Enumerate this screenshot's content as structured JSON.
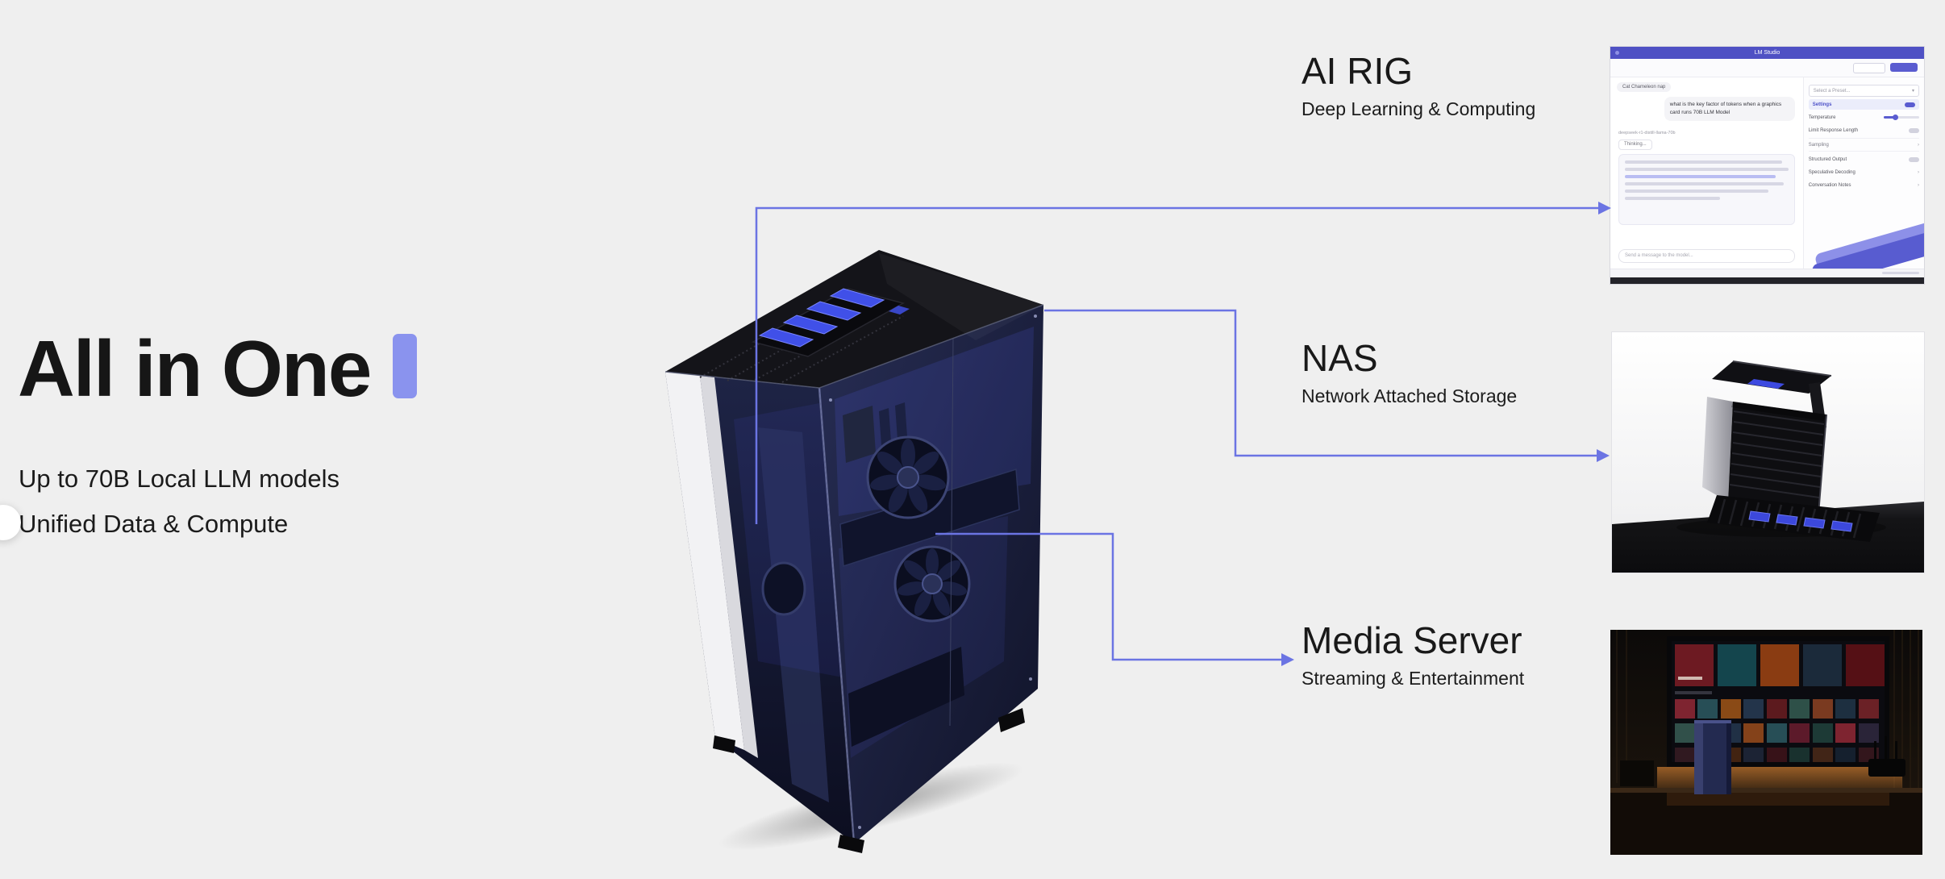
{
  "page": {
    "background_color": "#efefef",
    "accent_color": "#8a93ee",
    "connector_color": "#6b74e3",
    "heading_color": "#161616"
  },
  "hero": {
    "title": "All in One",
    "subtitle_line1": "Up to 70B Local LLM models",
    "subtitle_line2": "Unified Data & Compute"
  },
  "callouts": [
    {
      "title": "AI RIG",
      "subtitle": "Deep Learning & Computing"
    },
    {
      "title": "NAS",
      "subtitle": "Network Attached Storage"
    },
    {
      "title": "Media Server",
      "subtitle": "Streaming & Entertainment"
    }
  ],
  "lm_studio_preview": {
    "window_title": "LM Studio",
    "conversation_title": "Cat Chameleon nap",
    "user_message": "what is the key factor of tokens when a graphics card runs 70B LLM Model",
    "model_label": "deepseek-r1-distill-llama-70b",
    "thinking_label": "Thinking...",
    "input_placeholder": "Send a message to the model...",
    "preset_placeholder": "Select a Preset...",
    "settings_label": "Settings",
    "temperature_label": "Temperature",
    "limit_response_label": "Limit Response Length",
    "sampling_label": "Sampling",
    "structured_output_label": "Structured Output",
    "speculative_decoding_label": "Speculative Decoding",
    "conversation_notes_label": "Conversation Notes"
  }
}
